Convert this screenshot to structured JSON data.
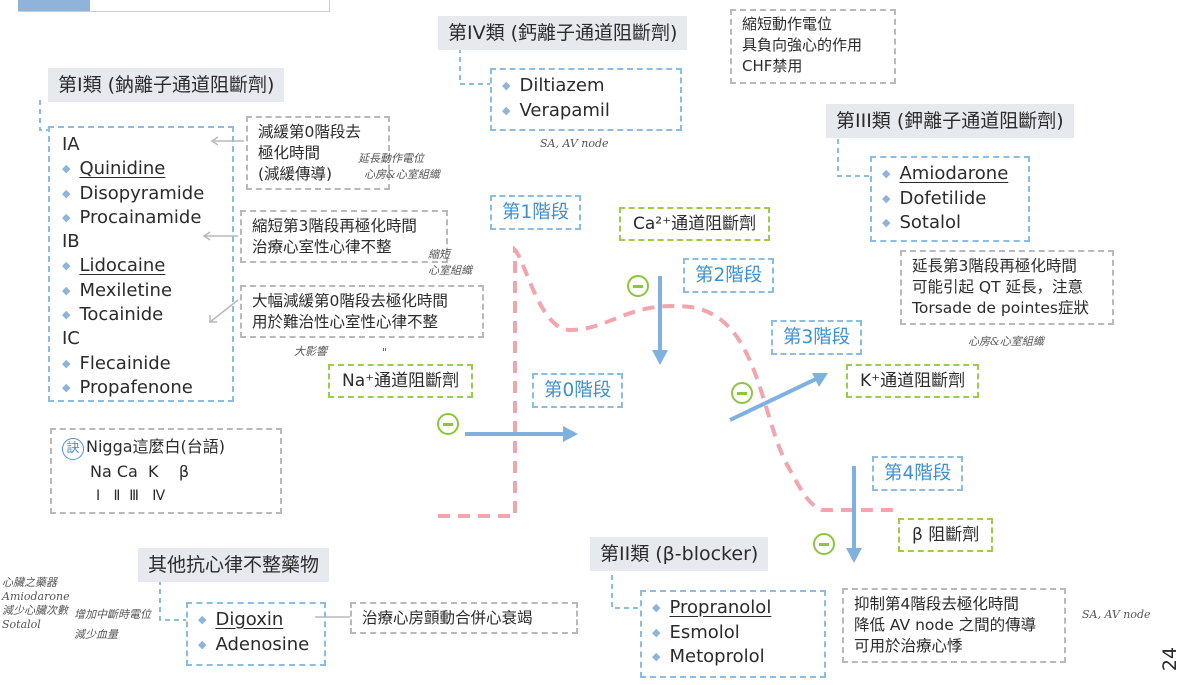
{
  "class4": {
    "title": "第IV類 (鈣離子通道阻斷劑)",
    "drugs": [
      "Diltiazem",
      "Verapamil"
    ],
    "note_lines": [
      "縮短動作電位",
      "具負向強心的作用",
      "CHF禁用"
    ],
    "handnote": "SA, AV node"
  },
  "class1": {
    "title": "第I類 (鈉離子通道阻斷劑)",
    "subgroups": [
      "IA",
      "IB",
      "IC"
    ],
    "ia_drugs": [
      "Quinidine",
      "Disopyramide",
      "Procainamide"
    ],
    "ib_drugs": [
      "Lidocaine",
      "Mexiletine",
      "Tocainide"
    ],
    "ic_drugs": [
      "Flecainide",
      "Propafenone"
    ],
    "note_ia": [
      "減緩第0階段去",
      "極化時間",
      "(減緩傳導)"
    ],
    "note_ib": [
      "縮短第3階段再極化時間",
      "治療心室性心律不整"
    ],
    "note_ic": [
      "大幅減緩第0階段去極化時間",
      "用於難治性心室性心律不整"
    ],
    "hand_ia": [
      "延長動作電位",
      "心房&心室組織"
    ],
    "hand_ib": [
      "縮短",
      "心室組織"
    ],
    "hand_ic": "大影響",
    "hand_ic2": "\""
  },
  "class3": {
    "title": "第III類 (鉀離子通道阻斷劑)",
    "drugs": [
      "Amiodarone",
      "Dofetilide",
      "Sotalol"
    ],
    "note_lines": [
      "延長第3階段再極化時間",
      "可能引起 QT 延長，注意",
      "Torsade de pointes症狀"
    ],
    "handnote": "心房&心室組織"
  },
  "phases": {
    "p0": "第0階段",
    "p1": "第1階段",
    "p2": "第2階段",
    "p3": "第3階段",
    "p4": "第4階段"
  },
  "blockers": {
    "ca": "Ca²⁺通道阻斷劑",
    "na": "Na⁺通道阻斷劑",
    "k": "K⁺通道阻斷劑",
    "beta": "β 阻斷劑"
  },
  "mnemonic": {
    "icon": "訣",
    "title": "Nigga這麼白(台語)",
    "row1": "Na Ca  K    β",
    "row2": "Ⅰ   Ⅱ  Ⅲ   Ⅳ"
  },
  "other": {
    "title": "其他抗心律不整藥物",
    "drugs": [
      "Digoxin",
      "Adenosine"
    ],
    "note": "治療心房顫動合併心衰竭",
    "hand_left": [
      "心臟之藥器",
      "Amiodarone",
      "減少心臟次數",
      "Sotalol"
    ],
    "hand_mid": [
      "增加中斷時電位",
      "減少血量"
    ]
  },
  "class2": {
    "title": "第II類 (β-blocker)",
    "drugs": [
      "Propranolol",
      "Esmolol",
      "Metoprolol"
    ],
    "note_lines": [
      "抑制第4階段去極化時間",
      "降低 AV node 之間的傳導",
      "可用於治療心悸"
    ],
    "handnote": "SA, AV node"
  },
  "page_number": "24",
  "colors": {
    "blue_dash": "#8bbde3",
    "green_dash": "#9ccc4b",
    "gray_dash": "#b9b9b9",
    "arrow_blue": "#7fb1e0",
    "curve_pink": "#f2a5ad",
    "title_bg": "#e6e9ee"
  }
}
